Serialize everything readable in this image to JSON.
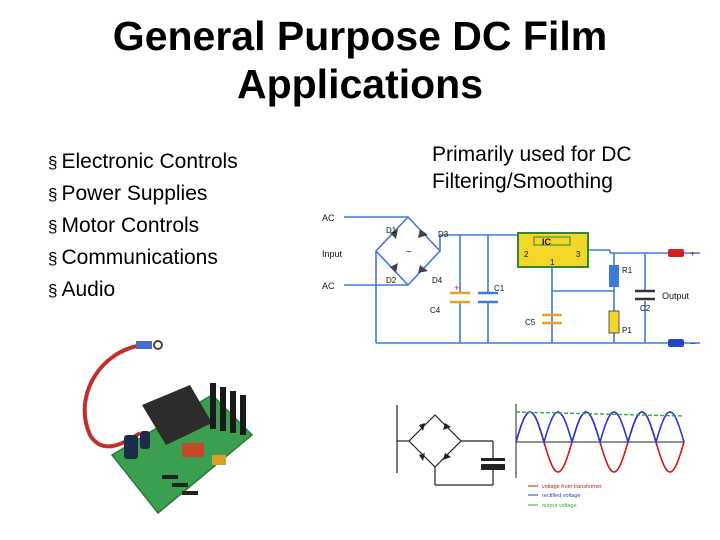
{
  "slide": {
    "title_line1": "General Purpose DC Film",
    "title_line2": "Applications",
    "bullets": [
      "Electronic Controls",
      "Power Supplies",
      "Motor Controls",
      "Communications",
      "Audio"
    ],
    "note_line1": "Primarily used for DC",
    "note_line2": "Filtering/Smoothing"
  },
  "schematic": {
    "ac_top": "AC",
    "input": "Input",
    "ac_bottom": "AC",
    "d1": "D1",
    "d2": "D2",
    "d3": "D3",
    "d4": "D4",
    "c1": "C1",
    "c2": "C2",
    "c4": "C4",
    "c5": "C5",
    "ic": "IC",
    "pin2": "2",
    "pin3": "3",
    "pin1": "1",
    "r1": "R1",
    "p1": "P1",
    "output": "Output",
    "plus_top": "+",
    "minus_bottom": "−"
  },
  "waveform_legend": [
    "voltage from transformer",
    "rectified voltage",
    "output voltage"
  ],
  "colors": {
    "wire": "#3e7ad8",
    "ic_fill": "#f2d62a",
    "ic_border": "#2f8a2f",
    "terminal_red": "#d42020",
    "terminal_blue": "#2646c8",
    "cap": "#e6a320",
    "wave_red": "#d01818",
    "wave_blue": "#2a3ad6",
    "wave_green": "#3aa83a"
  }
}
